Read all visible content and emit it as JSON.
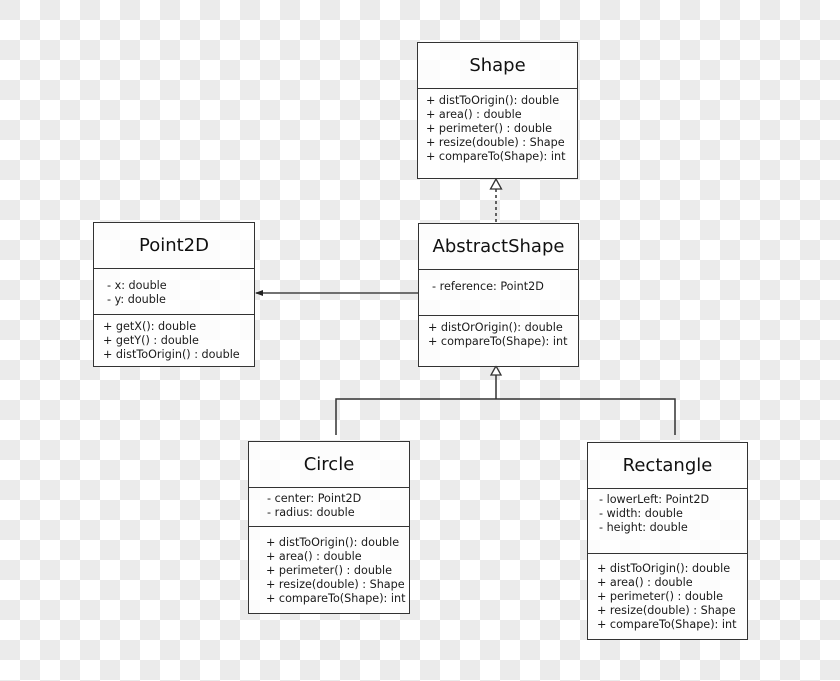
{
  "diagram": {
    "type": "uml-class-diagram",
    "classes": {
      "shape": {
        "name": "Shape",
        "attributes": [],
        "operations": [
          "+ distToOrigin(): double",
          "+ area() : double",
          "+ perimeter() : double",
          "+ resize(double) : Shape",
          "+ compareTo(Shape): int"
        ]
      },
      "abstract_shape": {
        "name": "AbstractShape",
        "attributes": [
          "- reference: Point2D"
        ],
        "operations": [
          "+ distOrOrigin(): double",
          "+ compareTo(Shape): int"
        ]
      },
      "point2d": {
        "name": "Point2D",
        "attributes": [
          "- x: double",
          "- y: double"
        ],
        "operations": [
          "+ getX(): double",
          "+ getY() : double",
          "+ distToOrigin() : double"
        ]
      },
      "circle": {
        "name": "Circle",
        "attributes": [
          "- center: Point2D",
          "- radius: double"
        ],
        "operations": [
          "+ distToOrigin(): double",
          "+ area() : double",
          "+ perimeter() : double",
          "+ resize(double) : Shape",
          "+ compareTo(Shape): int"
        ]
      },
      "rectangle": {
        "name": "Rectangle",
        "attributes": [
          "- lowerLeft: Point2D",
          "- width: double",
          "- height: double"
        ],
        "operations": [
          "+ distToOrigin(): double",
          "+ area() : double",
          "+ perimeter() : double",
          "+ resize(double) : Shape",
          "+ compareTo(Shape): int"
        ]
      }
    },
    "relationships": [
      {
        "from": "AbstractShape",
        "to": "Shape",
        "kind": "realization",
        "style": "dashed",
        "arrow": "hollow-triangle"
      },
      {
        "from": "AbstractShape",
        "to": "Point2D",
        "kind": "association",
        "style": "solid",
        "arrow": "filled-arrow"
      },
      {
        "from": "Circle",
        "to": "AbstractShape",
        "kind": "generalization",
        "style": "solid",
        "arrow": "hollow-triangle"
      },
      {
        "from": "Rectangle",
        "to": "AbstractShape",
        "kind": "generalization",
        "style": "solid",
        "arrow": "hollow-triangle"
      }
    ],
    "colors": {
      "line": "#333333",
      "checker_light": "#ffffff",
      "checker_dark": "#ebebeb"
    }
  }
}
